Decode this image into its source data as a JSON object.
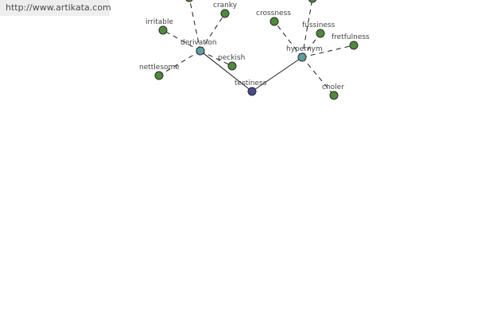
{
  "site": {
    "url": "http://www.artikata.com"
  },
  "colors": {
    "root": "#4a4a8e",
    "relation": "#5f9ea0",
    "word": "#4f8a3c",
    "banner_bg": "#eeeeee"
  },
  "graph": {
    "nodes": [
      {
        "id": "testiness",
        "label": "testiness",
        "kind": "root"
      },
      {
        "id": "derivation",
        "label": "derivation",
        "kind": "relation"
      },
      {
        "id": "hypernym",
        "label": "hypernym",
        "kind": "relation"
      },
      {
        "id": "irritable",
        "label": "irritable",
        "kind": "word"
      },
      {
        "id": "cranky",
        "label": "cranky",
        "kind": "word"
      },
      {
        "id": "peckish",
        "label": "peckish",
        "kind": "word"
      },
      {
        "id": "nettlesome",
        "label": "nettlesome",
        "kind": "word"
      },
      {
        "id": "der-top",
        "label": "",
        "kind": "word"
      },
      {
        "id": "crossness",
        "label": "crossness",
        "kind": "word"
      },
      {
        "id": "fussiness",
        "label": "fussiness",
        "kind": "word"
      },
      {
        "id": "fretfulness",
        "label": "fretfulness",
        "kind": "word"
      },
      {
        "id": "choler",
        "label": "choler",
        "kind": "word"
      },
      {
        "id": "hyp-top",
        "label": "",
        "kind": "word"
      }
    ],
    "edges": [
      {
        "from": "testiness",
        "to": "derivation",
        "style": "solid"
      },
      {
        "from": "testiness",
        "to": "hypernym",
        "style": "solid"
      },
      {
        "from": "derivation",
        "to": "irritable",
        "style": "dashed"
      },
      {
        "from": "derivation",
        "to": "cranky",
        "style": "dashed"
      },
      {
        "from": "derivation",
        "to": "peckish",
        "style": "dashed"
      },
      {
        "from": "derivation",
        "to": "nettlesome",
        "style": "dashed"
      },
      {
        "from": "derivation",
        "to": "der-top",
        "style": "dashed"
      },
      {
        "from": "hypernym",
        "to": "crossness",
        "style": "dashed"
      },
      {
        "from": "hypernym",
        "to": "fussiness",
        "style": "dashed"
      },
      {
        "from": "hypernym",
        "to": "fretfulness",
        "style": "dashed"
      },
      {
        "from": "hypernym",
        "to": "choler",
        "style": "dashed"
      },
      {
        "from": "hypernym",
        "to": "hyp-top",
        "style": "dashed"
      }
    ]
  }
}
